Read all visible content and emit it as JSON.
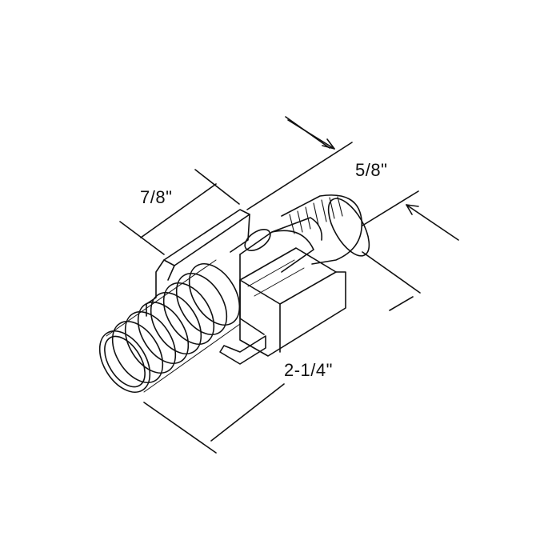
{
  "dimensions": {
    "width_label": "7/8\"",
    "diameter_label": "5/8\"",
    "length_label": "2-1/4\""
  },
  "colors": {
    "ink": "#111111",
    "paper": "#ffffff"
  }
}
